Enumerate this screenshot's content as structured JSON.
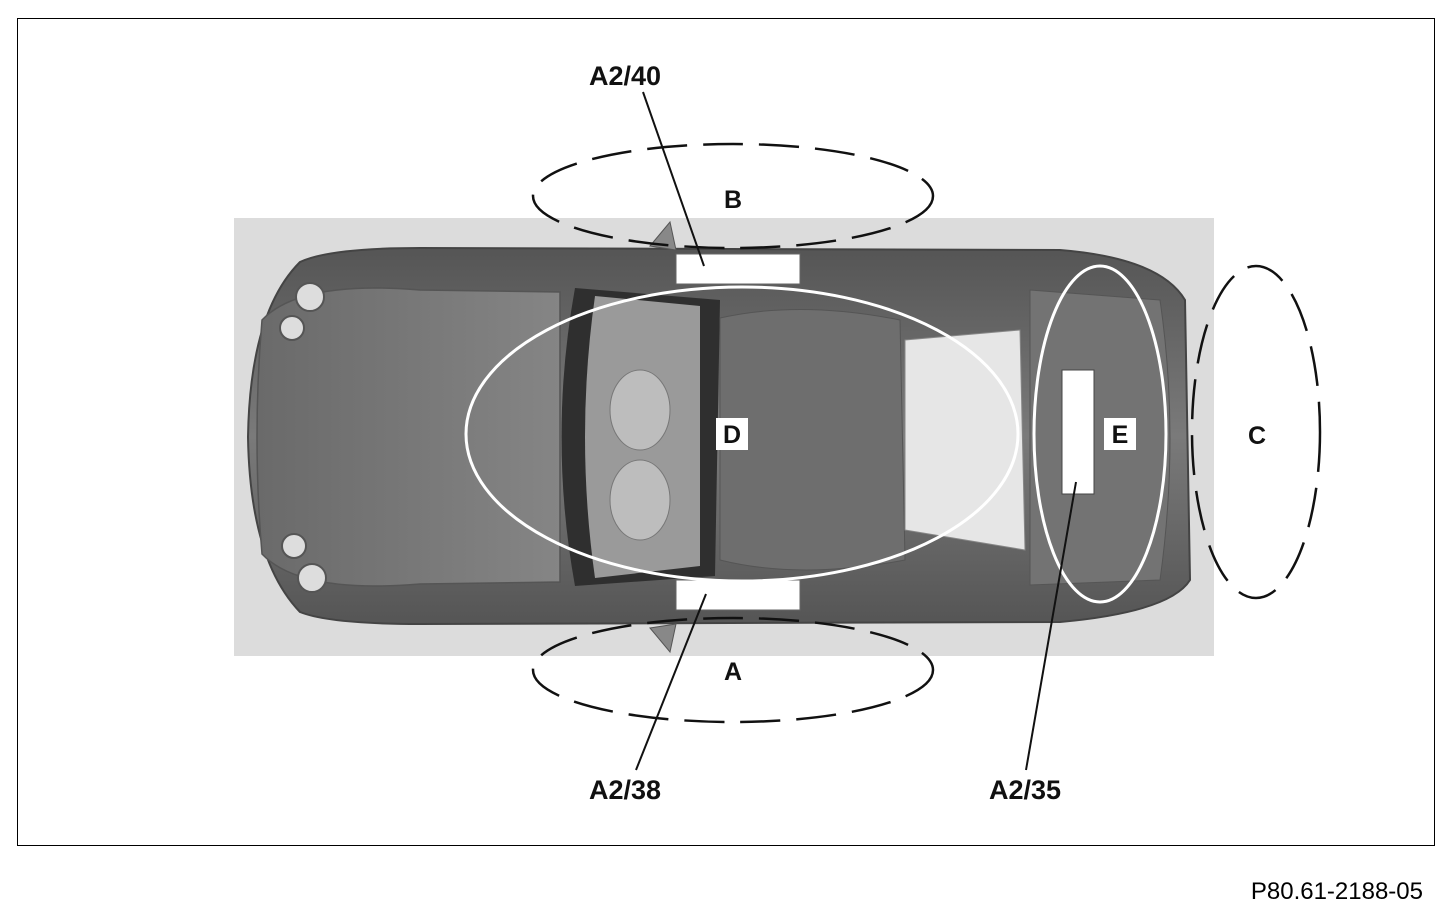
{
  "labels": {
    "sensor_top": "A2/40",
    "sensor_bottom": "A2/38",
    "sensor_rear": "A2/35"
  },
  "zones": {
    "a": "A",
    "b": "B",
    "c": "C",
    "d": "D",
    "e": "E"
  },
  "figure_ref": "P80.61-2188-05",
  "colors": {
    "car_body": "#6b6b6b",
    "background_panel": "#dcdcdc",
    "zone_outline": "#ffffff",
    "dash": "#111111"
  }
}
